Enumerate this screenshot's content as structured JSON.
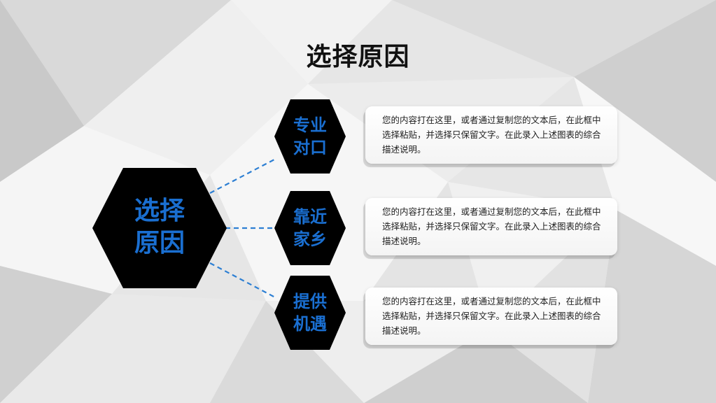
{
  "title": "选择原因",
  "center": {
    "line1": "选择",
    "line2": "原因"
  },
  "items": [
    {
      "line1": "专业",
      "line2": "对口",
      "text": "您的内容打在这里，或者通过复制您的文本后，在此框中选择粘贴，并选择只保留文字。在此录入上述图表的综合描述说明。"
    },
    {
      "line1": "靠近",
      "line2": "家乡",
      "text": "您的内容打在这里，或者通过复制您的文本后，在此框中选择粘贴，并选择只保留文字。在此录入上述图表的综合描述说明。"
    },
    {
      "line1": "提供",
      "line2": "机遇",
      "text": "您的内容打在这里，或者通过复制您的文本后，在此框中选择粘贴，并选择只保留文字。在此录入上述图表的综合描述说明。"
    }
  ],
  "colors": {
    "accent": "#1a6fd1",
    "hexagon": "#000000",
    "connector": "#2d7fd3"
  }
}
